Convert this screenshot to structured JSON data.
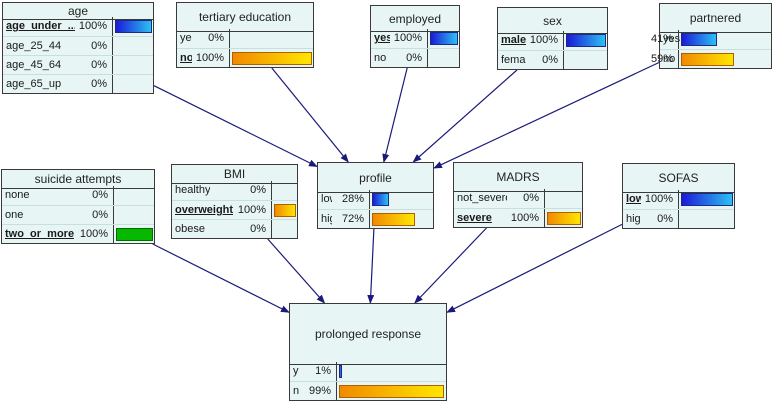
{
  "nodes": {
    "age": {
      "title": "age",
      "states": [
        {
          "label": "age_under_...",
          "pct": "100%",
          "value": 1.0,
          "selected": true,
          "color": "blue"
        },
        {
          "label": "age_25_44",
          "pct": "0%",
          "value": 0,
          "selected": false,
          "color": "blue"
        },
        {
          "label": "age_45_64",
          "pct": "0%",
          "value": 0,
          "selected": false,
          "color": "blue"
        },
        {
          "label": "age_65_up",
          "pct": "0%",
          "value": 0,
          "selected": false,
          "color": "blue"
        }
      ]
    },
    "tertiary_education": {
      "title": "tertiary education",
      "states": [
        {
          "label": "yes",
          "pct": "0%",
          "value": 0,
          "selected": false,
          "color": "orange"
        },
        {
          "label": "no",
          "pct": "100%",
          "value": 1.0,
          "selected": true,
          "color": "orange"
        }
      ]
    },
    "employed": {
      "title": "employed",
      "states": [
        {
          "label": "yes",
          "pct": "100%",
          "value": 1.0,
          "selected": true,
          "color": "blue"
        },
        {
          "label": "no",
          "pct": "0%",
          "value": 0,
          "selected": false,
          "color": "blue"
        }
      ]
    },
    "sex": {
      "title": "sex",
      "states": [
        {
          "label": "male",
          "pct": "100%",
          "value": 1.0,
          "selected": true,
          "color": "blue"
        },
        {
          "label": "female",
          "pct": "0%",
          "value": 0,
          "selected": false,
          "color": "blue"
        }
      ]
    },
    "partnered": {
      "title": "partnered",
      "states": [
        {
          "label": "yes",
          "pct": "41%",
          "value": 0.41,
          "selected": false,
          "color": "blue"
        },
        {
          "label": "no",
          "pct": "59%",
          "value": 0.59,
          "selected": false,
          "color": "orange"
        }
      ]
    },
    "suicide_attempts": {
      "title": "suicide attempts",
      "states": [
        {
          "label": "none",
          "pct": "0%",
          "value": 0,
          "selected": false,
          "color": "green"
        },
        {
          "label": "one",
          "pct": "0%",
          "value": 0,
          "selected": false,
          "color": "green"
        },
        {
          "label": "two_or_more",
          "pct": "100%",
          "value": 1.0,
          "selected": true,
          "color": "green"
        }
      ]
    },
    "bmi": {
      "title": "BMI",
      "states": [
        {
          "label": "healthy",
          "pct": "0%",
          "value": 0,
          "selected": false,
          "color": "orange"
        },
        {
          "label": "overweight",
          "pct": "100%",
          "value": 1.0,
          "selected": true,
          "color": "orange"
        },
        {
          "label": "obese",
          "pct": "0%",
          "value": 0,
          "selected": false,
          "color": "orange"
        }
      ]
    },
    "profile": {
      "title": "profile",
      "states": [
        {
          "label": "low",
          "pct": "28%",
          "value": 0.28,
          "selected": false,
          "color": "blue"
        },
        {
          "label": "high",
          "pct": "72%",
          "value": 0.72,
          "selected": false,
          "color": "orange"
        }
      ]
    },
    "madrs": {
      "title": "MADRS",
      "states": [
        {
          "label": "not_severe",
          "pct": "0%",
          "value": 0,
          "selected": false,
          "color": "orange"
        },
        {
          "label": "severe",
          "pct": "100%",
          "value": 1.0,
          "selected": true,
          "color": "orange"
        }
      ]
    },
    "sofas": {
      "title": "SOFAS",
      "states": [
        {
          "label": "low",
          "pct": "100%",
          "value": 1.0,
          "selected": true,
          "color": "blue"
        },
        {
          "label": "high",
          "pct": "0%",
          "value": 0,
          "selected": false,
          "color": "blue"
        }
      ]
    },
    "prolonged_response": {
      "title": "prolonged response",
      "states": [
        {
          "label": "yes",
          "pct": "1%",
          "value": 0.01,
          "selected": false,
          "color": "blue"
        },
        {
          "label": "no",
          "pct": "99%",
          "value": 0.99,
          "selected": false,
          "color": "orange"
        }
      ]
    }
  },
  "edges": [
    [
      "age",
      "profile"
    ],
    [
      "tertiary_education",
      "profile"
    ],
    [
      "employed",
      "profile"
    ],
    [
      "sex",
      "profile"
    ],
    [
      "partnered",
      "profile"
    ],
    [
      "suicide_attempts",
      "prolonged_response"
    ],
    [
      "bmi",
      "prolonged_response"
    ],
    [
      "profile",
      "prolonged_response"
    ],
    [
      "madrs",
      "prolonged_response"
    ],
    [
      "sofas",
      "prolonged_response"
    ]
  ],
  "colors": {
    "edge": "#1a1a7a",
    "node_fill": "#e7f5f5"
  }
}
